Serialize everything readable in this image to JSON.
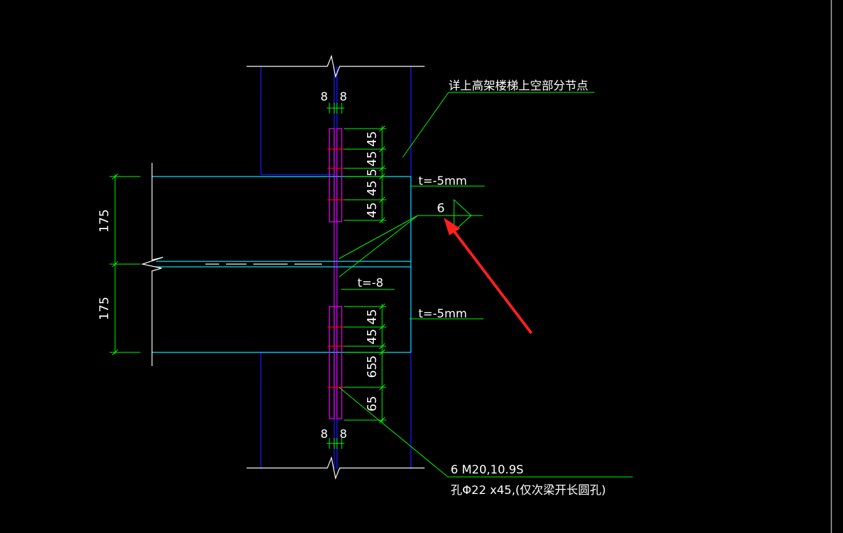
{
  "drawing": {
    "background": "#000000",
    "colors": {
      "column_outline": "#1a1aff",
      "beam_outline": "#00e5ff",
      "dimension": "#00ff00",
      "leader": "#00ff00",
      "plate": "#ff00ff",
      "bolt_mark": "#ff0000",
      "cut_line": "#ffffff",
      "text": "#ffffff",
      "highlight_arrow": "#ff2020"
    },
    "notes": {
      "top_ref": "详上高架楼梯上空部分节点",
      "plate_thickness_upper": "t=-5mm",
      "plate_thickness_lower": "t=-5mm",
      "stiffener_thickness": "t=-8",
      "weld_size": "6",
      "bolt_spec": "6 M20,10.9S",
      "hole_spec": "孔Φ22 x45,(仅次梁开长圆孔)"
    },
    "dimensions": {
      "top_gap_left": "8",
      "top_gap_right": "8",
      "bottom_gap_left": "8",
      "bottom_gap_right": "8",
      "beam_half_upper": "175",
      "beam_half_lower": "175",
      "upper_bolt_spacing": [
        "45",
        "45",
        "5",
        "45",
        "45"
      ],
      "lower_bolt_spacing": [
        "45",
        "45",
        "5",
        "65",
        "65"
      ]
    }
  }
}
